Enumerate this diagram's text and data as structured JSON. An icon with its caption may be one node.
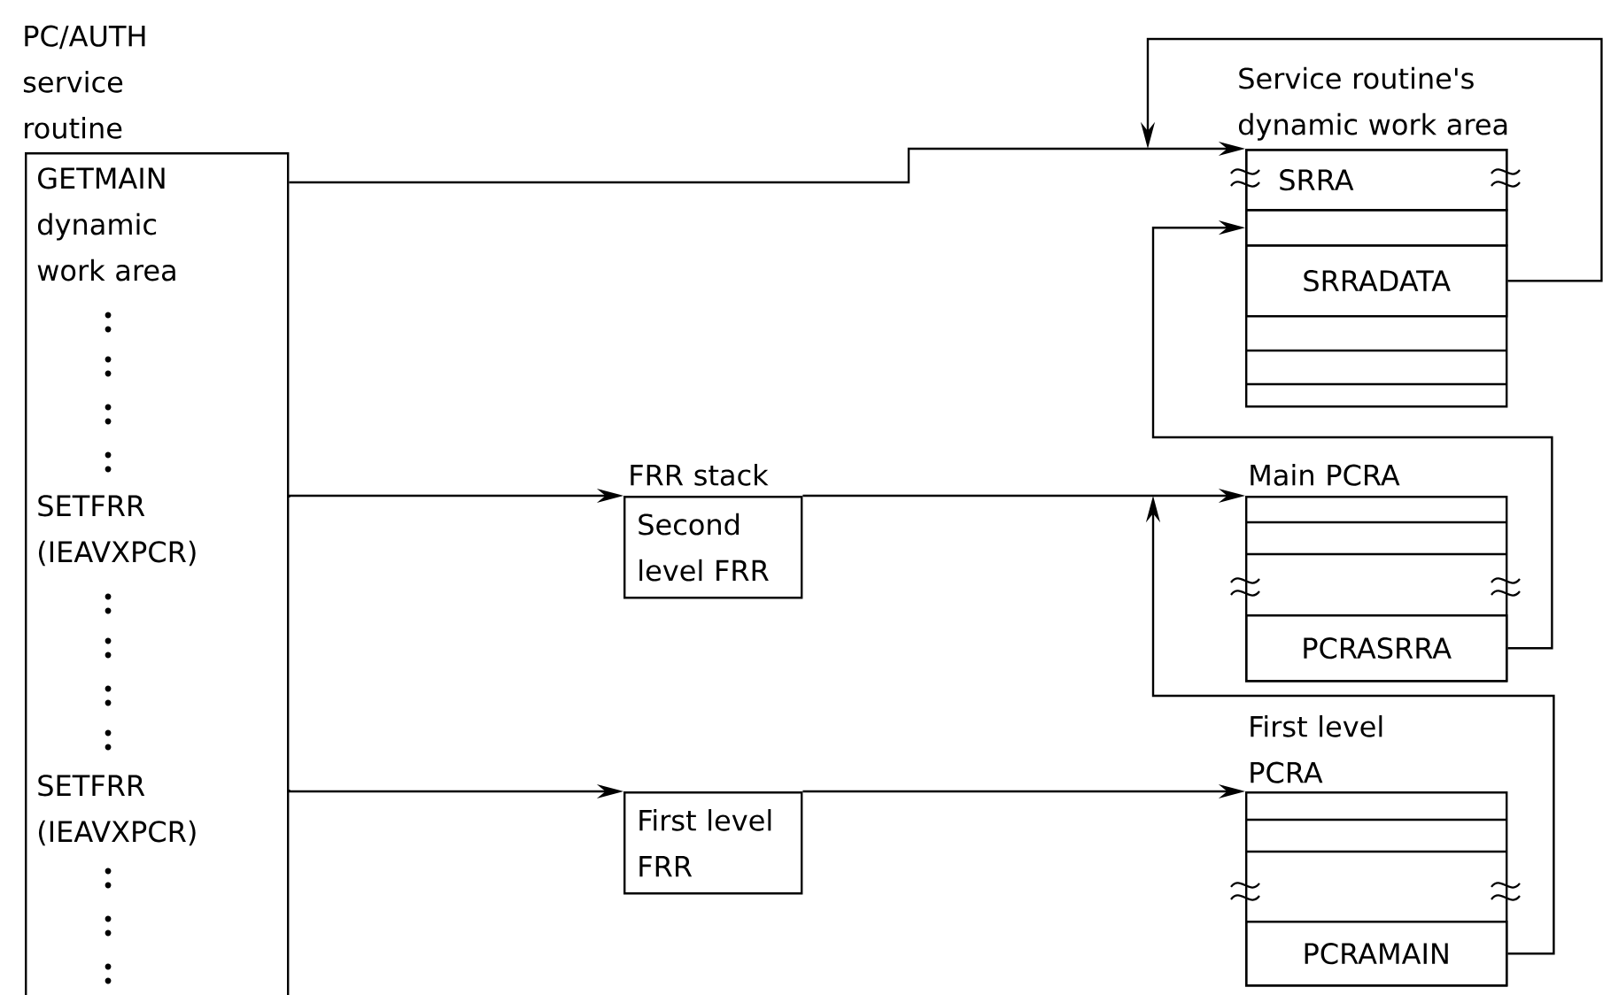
{
  "diagram": {
    "nodes": [
      {
        "text": [
          "PC/AUTH service routine"
        ]
      },
      {
        "text": [
          "GETMAIN dynamic work area"
        ],
        "in": 0
      },
      {
        "text": [
          "SETFRR (IEAVXPCR)"
        ],
        "in": 0
      },
      {
        "text": [
          "SETFRR (IEAVXPCR)"
        ],
        "in": 0
      },
      {
        "text": [
          "FRR stack",
          "Second level FRR"
        ]
      },
      {
        "text": [
          "First level FRR"
        ]
      },
      {
        "text": [
          "Service routine's dynamic work area"
        ]
      },
      {
        "text": [
          "SRRA"
        ],
        "in": 6
      },
      {
        "text": [],
        "shape": "box",
        "in": 6
      },
      {
        "text": [
          "SRRADATA"
        ],
        "in": 6
      },
      {
        "text": [
          "Main PCRA"
        ]
      },
      {
        "text": [
          "PCRASRRA"
        ],
        "in": 10
      },
      {
        "text": [
          "First level PCRA"
        ]
      },
      {
        "text": [
          "PCRAMAIN"
        ],
        "in": 12
      }
    ],
    "edges": [
      {
        "from": 1,
        "to": 6,
        "arrow": "to"
      },
      {
        "from": 9,
        "to": 6,
        "arrow": "to"
      },
      {
        "from": 2,
        "to": 4,
        "arrow": "to"
      },
      {
        "from": 4,
        "to": 10,
        "arrow": "to"
      },
      {
        "from": 3,
        "to": 5,
        "arrow": "to"
      },
      {
        "from": 5,
        "to": 12,
        "arrow": "to"
      },
      {
        "from": 11,
        "to": 8,
        "arrow": "to"
      },
      {
        "from": 13,
        "to": 10,
        "arrow": "to"
      }
    ]
  }
}
